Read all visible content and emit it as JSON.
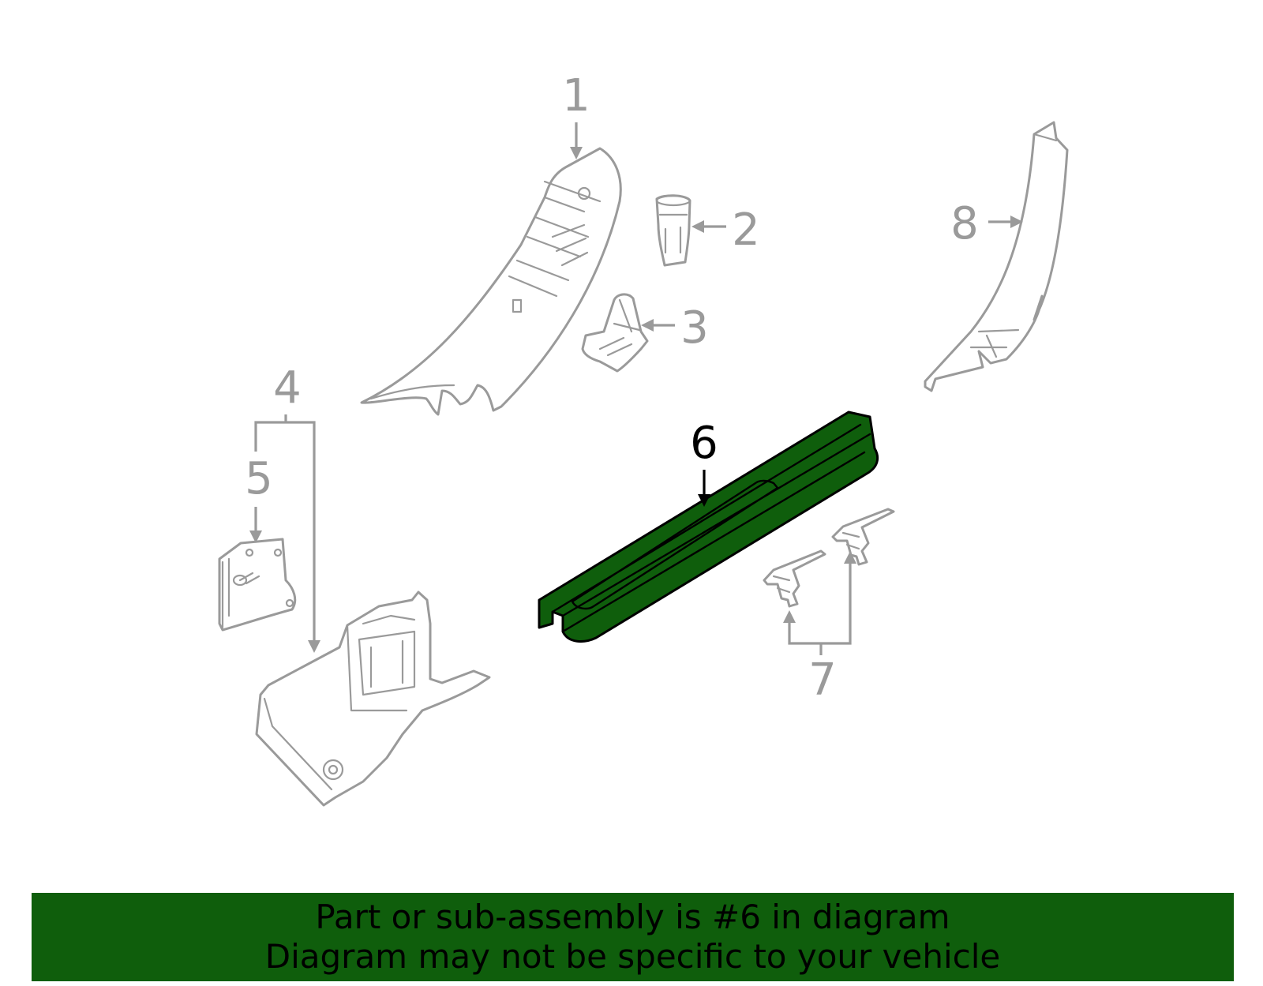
{
  "diagram": {
    "callouts": [
      {
        "number": "1"
      },
      {
        "number": "2"
      },
      {
        "number": "3"
      },
      {
        "number": "4"
      },
      {
        "number": "5"
      },
      {
        "number": "6",
        "highlighted": true
      },
      {
        "number": "7"
      },
      {
        "number": "8"
      }
    ],
    "highlight_color": "#0f5e0c",
    "part_line_color": "#9a9a9a"
  },
  "banner": {
    "line1": "Part or sub-assembly is #6 in diagram",
    "line2": "Diagram may not be specific to your vehicle",
    "background": "#0f5e0c"
  }
}
